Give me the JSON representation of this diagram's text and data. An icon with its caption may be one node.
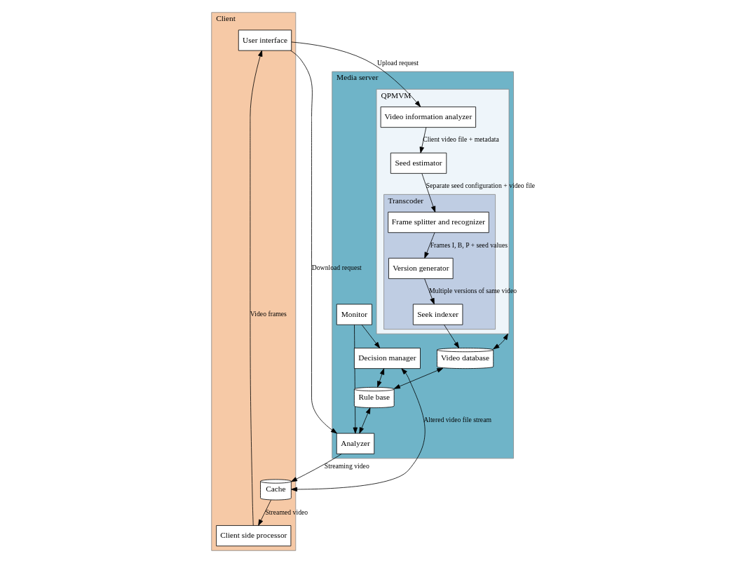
{
  "diagram": {
    "nodes": [
      {
        "text": [
          "Client"
        ]
      },
      {
        "text": [
          "User interface"
        ],
        "in": 0
      },
      {
        "text": [
          "Client side processor"
        ],
        "in": 0
      },
      {
        "text": [
          "Cache"
        ],
        "in": 0
      },
      {
        "text": [
          "Media server"
        ]
      },
      {
        "text": [
          "QPMVM"
        ],
        "in": 4
      },
      {
        "text": [
          "Video information analyzer"
        ],
        "in": 5
      },
      {
        "text": [
          "Seed estimator"
        ],
        "in": 5
      },
      {
        "text": [
          "Transcoder"
        ],
        "in": 5
      },
      {
        "text": [
          "Frame splitter and recognizer"
        ],
        "in": 8
      },
      {
        "text": [
          "Version generator"
        ],
        "in": 8
      },
      {
        "text": [
          "Seek indexer"
        ],
        "in": 8
      },
      {
        "text": [
          "Monitor"
        ],
        "in": 4
      },
      {
        "text": [
          "Analyzer"
        ],
        "in": 4
      },
      {
        "text": [
          "Decision manager"
        ],
        "in": 4
      },
      {
        "text": [
          "Video database"
        ],
        "in": 4
      },
      {
        "text": [
          "Rule base"
        ],
        "in": 4
      }
    ],
    "edges": [
      {
        "from": 2,
        "to": 1,
        "arrow": "to",
        "label": "Video frames"
      },
      {
        "from": 3,
        "to": 2,
        "arrow": "to",
        "label": "Streamed video"
      },
      {
        "from": 1,
        "to": 6,
        "arrow": "to",
        "label": "Upload request"
      },
      {
        "from": 6,
        "to": 7,
        "arrow": "to",
        "label": "Client video file + metadata"
      },
      {
        "from": 7,
        "to": 9,
        "arrow": "to",
        "label": "Separate seed configuration + video file"
      },
      {
        "from": 9,
        "to": 10,
        "arrow": "to",
        "label": "Frames I, B, P + seed values"
      },
      {
        "from": 10,
        "to": 11,
        "arrow": "to",
        "label": "Multiple versions of same video"
      },
      {
        "from": 11,
        "to": 15,
        "arrow": "to"
      },
      {
        "from": 5,
        "to": 15,
        "arrow": "both"
      },
      {
        "from": 1,
        "to": 13,
        "arrow": "to",
        "label": "Download request"
      },
      {
        "from": 12,
        "to": 13,
        "arrow": "to"
      },
      {
        "from": 12,
        "to": 14,
        "arrow": "to"
      },
      {
        "from": 13,
        "to": 3,
        "arrow": "to",
        "label": "Streaming video"
      },
      {
        "from": 14,
        "to": 3,
        "arrow": "both",
        "label": "Altered video file stream"
      },
      {
        "from": 16,
        "to": 13,
        "arrow": "both"
      },
      {
        "from": 14,
        "to": 16,
        "arrow": "both"
      },
      {
        "from": 15,
        "to": 16,
        "arrow": "both"
      }
    ]
  }
}
